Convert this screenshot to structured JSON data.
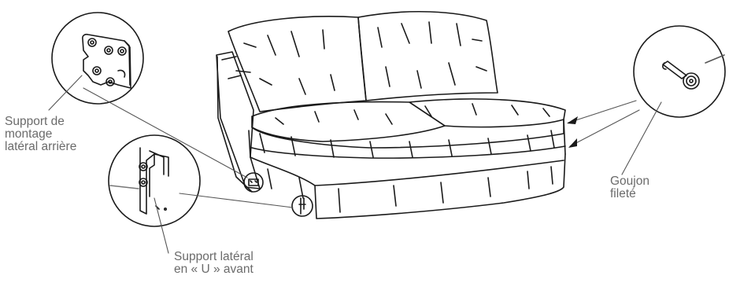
{
  "labels": {
    "rear_bracket": [
      "Support de",
      "montage",
      "latéral arrière"
    ],
    "front_u_bracket": [
      "Support latéral",
      "en « U » avant"
    ],
    "threaded_dowel": [
      "Goujon",
      "fileté"
    ]
  },
  "colors": {
    "line": "#1a1a1a",
    "leader": "#555555",
    "label_text": "#6b6b6b",
    "background": "#ffffff"
  },
  "icons": [
    "rear-mounting-bracket-icon",
    "front-u-bracket-icon",
    "threaded-dowel-icon",
    "sofa-illustration"
  ]
}
